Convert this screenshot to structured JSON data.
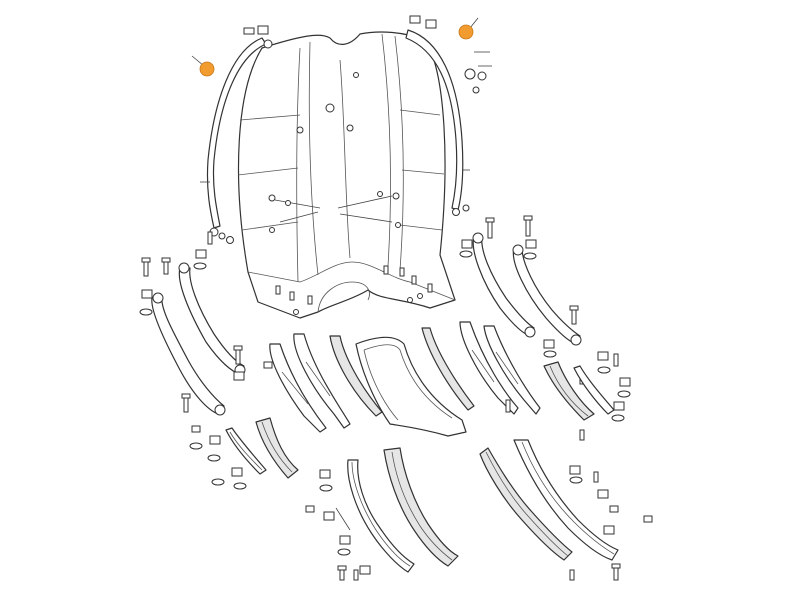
{
  "diagram": {
    "type": "exploded-parts-view",
    "callout_color": "#F29B2E",
    "line_color": "#333333",
    "background": "#ffffff",
    "callouts": [
      {
        "id": "left-edge-trim-marker"
      },
      {
        "id": "right-edge-trim-marker"
      }
    ]
  }
}
